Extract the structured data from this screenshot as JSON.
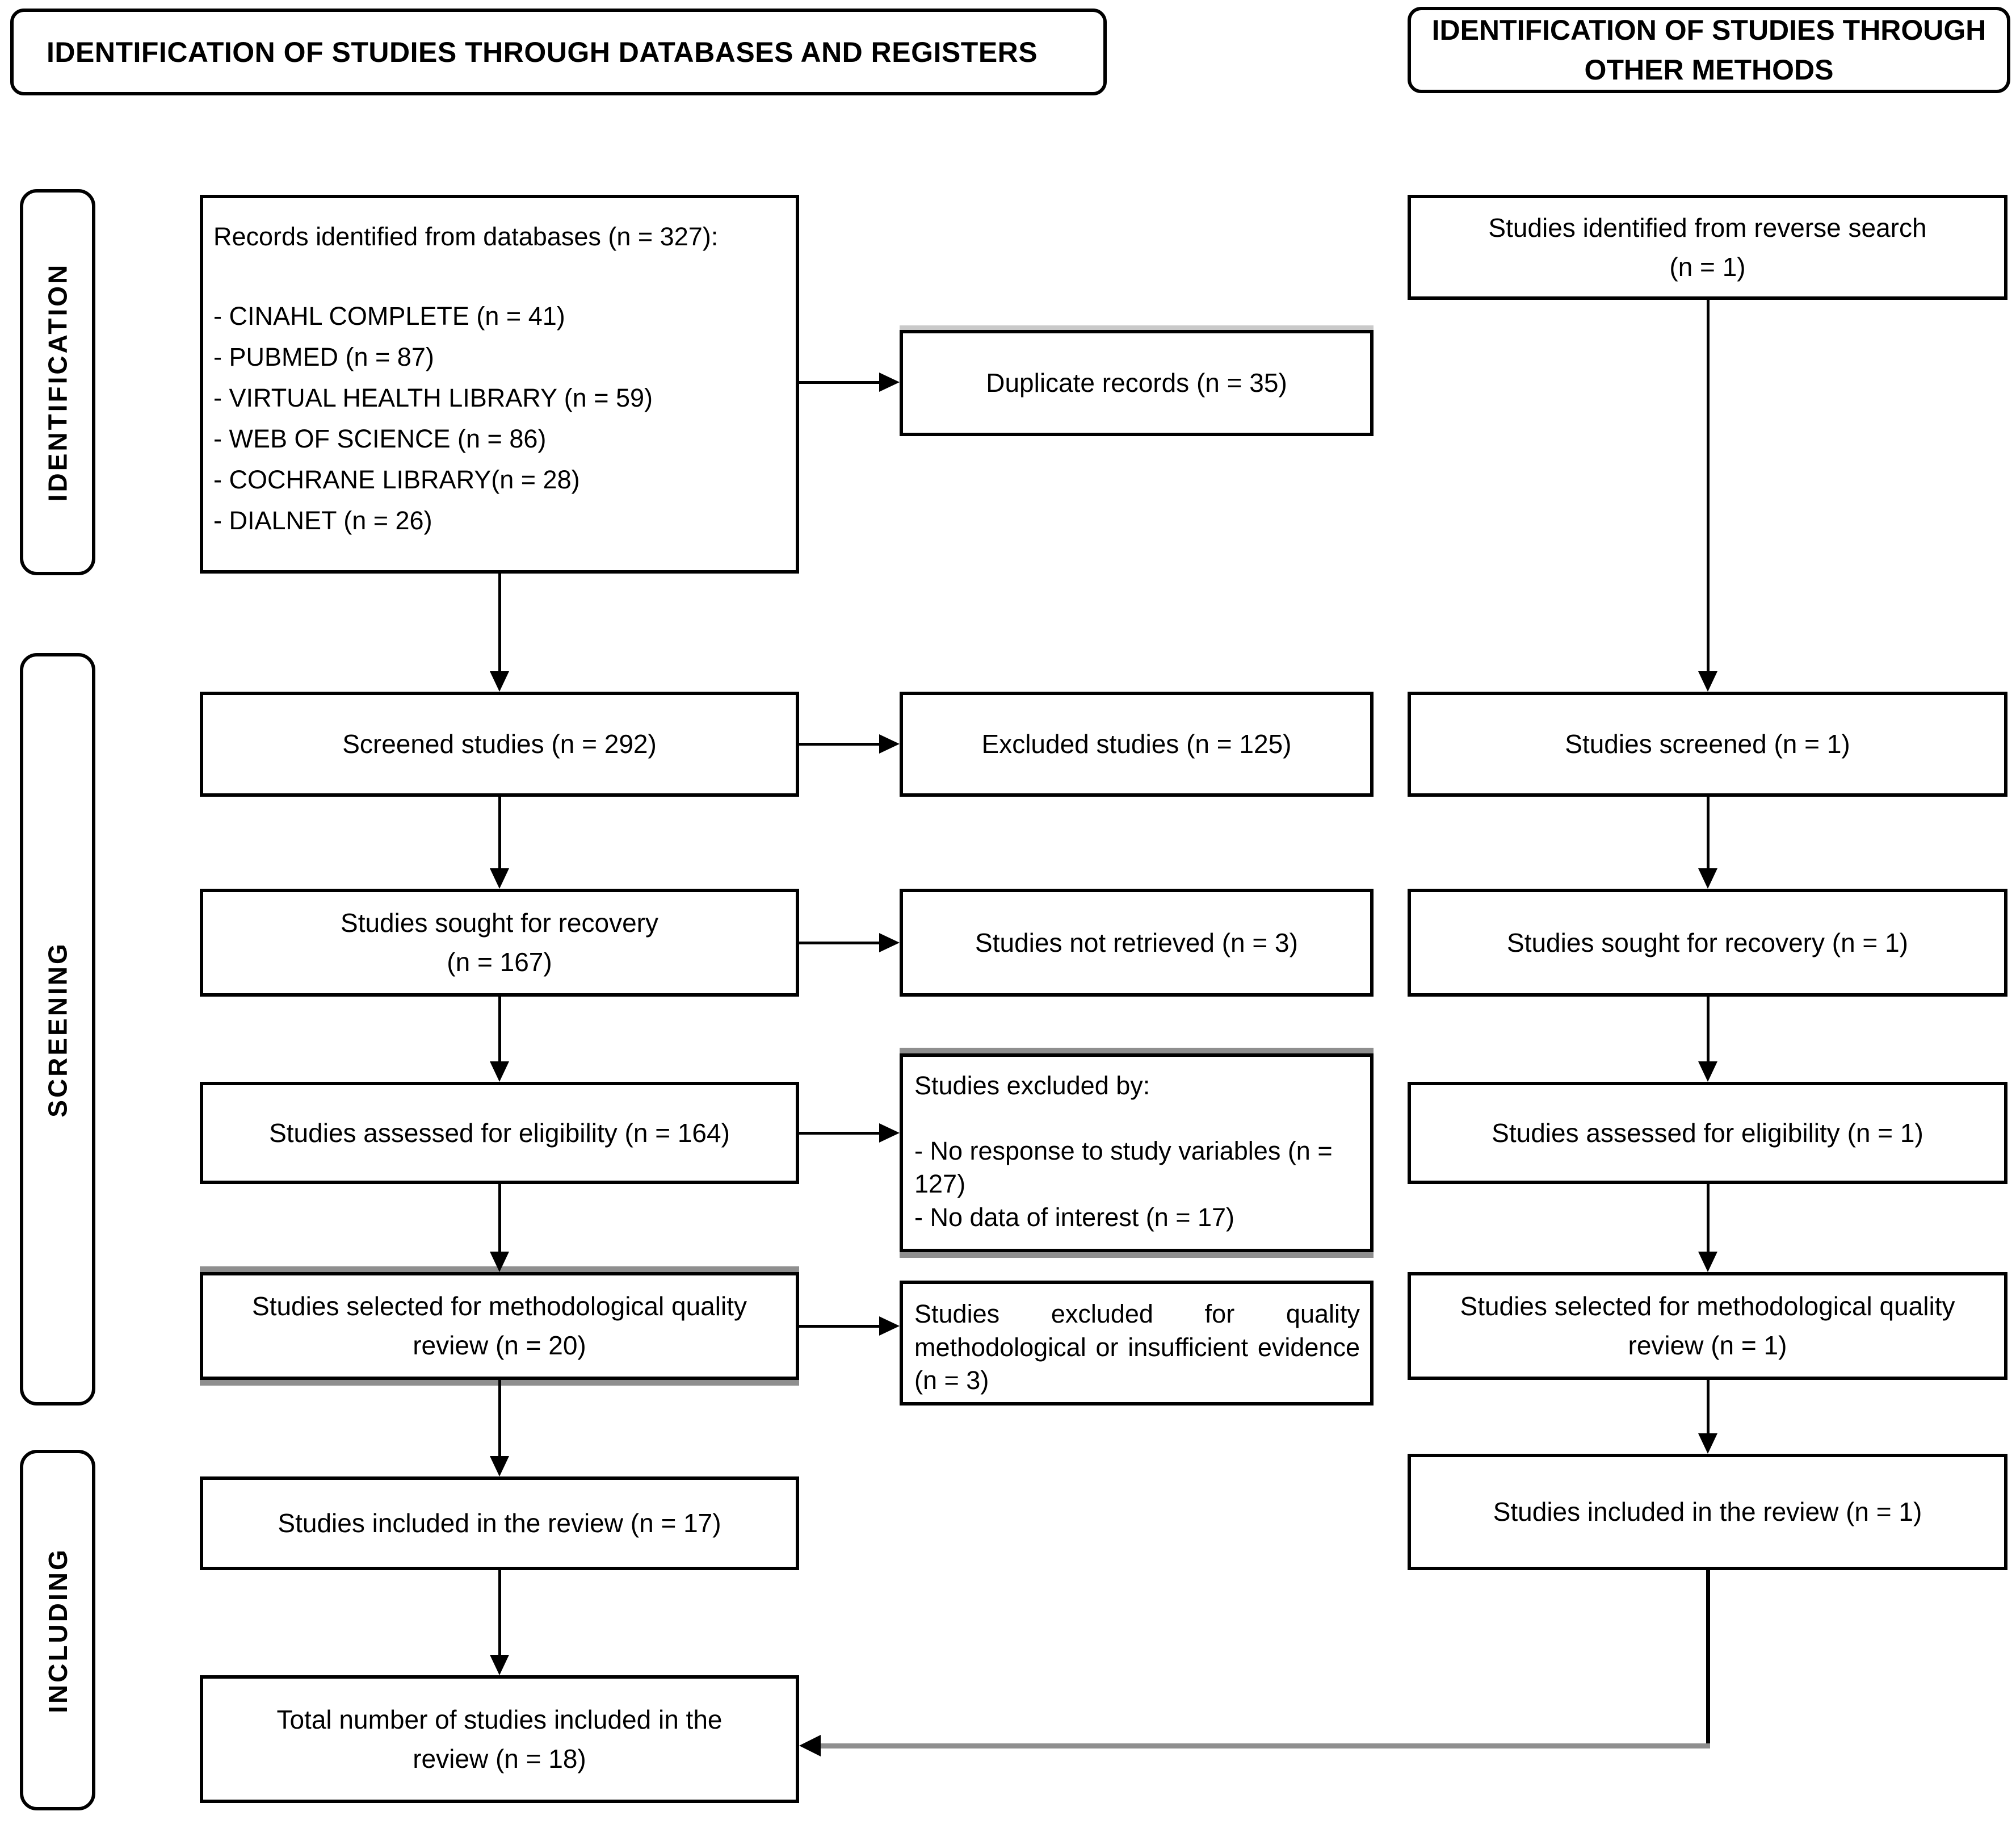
{
  "diagram": {
    "headers": {
      "left": "IDENTIFICATION OF STUDIES THROUGH DATABASES AND REGISTERS",
      "right_line1": "IDENTIFICATION OF STUDIES THROUGH",
      "right_line2": "OTHER METHODS"
    },
    "stages": {
      "identification": "IDENTIFICATION",
      "screening": "SCREENING",
      "including": "INCLUDING"
    },
    "left": {
      "records_title": "Records identified from databases (n = 327):",
      "records_items": [
        "- CINAHL COMPLETE (n = 41)",
        "- PUBMED (n = 87)",
        "- VIRTUAL HEALTH LIBRARY (n = 59)",
        "- WEB OF SCIENCE (n = 86)",
        "- COCHRANE LIBRARY(n = 28)",
        "- DIALNET (n = 26)"
      ],
      "screened": "Screened studies (n = 292)",
      "sought_line1": "Studies sought for recovery",
      "sought_line2": "(n = 167)",
      "assessed": "Studies assessed for eligibility (n = 164)",
      "selected_line1": "Studies selected for methodological quality",
      "selected_line2": "review (n = 20)",
      "included": "Studies included in the review  (n = 17)",
      "total_line1": "Total number of studies included in the",
      "total_line2": "review (n = 18)"
    },
    "middle": {
      "duplicates": "Duplicate records (n = 35)",
      "excluded": "Excluded studies (n = 125)",
      "not_retrieved": "Studies not retrieved (n = 3)",
      "excluded_by_title": "Studies excluded by:",
      "excluded_by_item1": "- No response to study variables (n = 127)",
      "excluded_by_item2": "- No data of interest (n = 17)",
      "excluded_quality": "Studies excluded for quality methodological or insufficient evidence (n = 3)"
    },
    "right": {
      "reverse_line1": "Studies identified from reverse search",
      "reverse_line2": "(n = 1)",
      "screened": "Studies screened (n = 1)",
      "sought": "Studies sought for recovery (n = 1)",
      "assessed": "Studies assessed for eligibility (n = 1)",
      "selected_line1": "Studies selected for methodological quality",
      "selected_line2": "review (n = 1)",
      "included": "Studies included in the review (n = 1)"
    },
    "colors": {
      "box_border": "#000000",
      "shadow_gray": "#8f8f8f",
      "connector_gray": "#8f8f8f"
    }
  }
}
